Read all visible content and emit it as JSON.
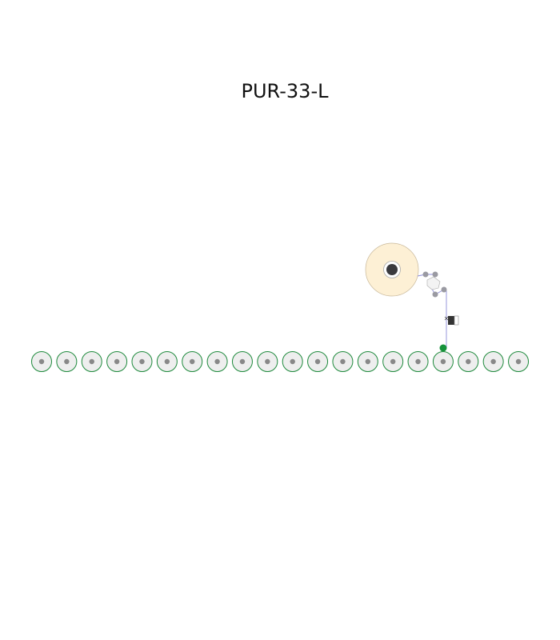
{
  "title": "PUR-33-L",
  "rollers": {
    "count": 20,
    "stroke": "#1e8a3c",
    "fill": "#eeeeee",
    "hub": "#888888"
  },
  "spool": {
    "fill": "#fdf0d5",
    "hub": "#3a3a3e"
  },
  "thread": {
    "color": "#8c8cd8"
  },
  "active_marker": {
    "color": "#16923a",
    "roller_index": 16
  }
}
